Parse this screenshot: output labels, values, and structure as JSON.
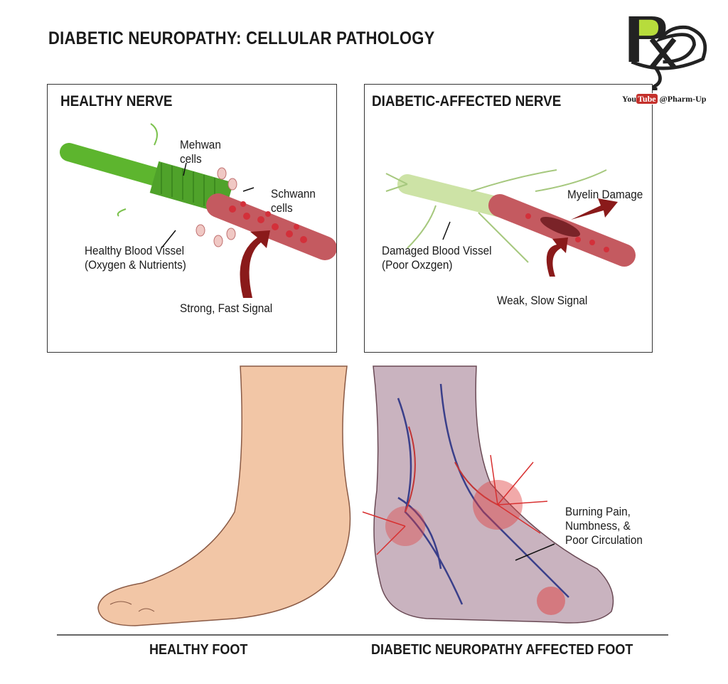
{
  "title": "DIABETIC NEUROPATHY: CELLULAR PATHOLOGY",
  "logo": {
    "mark": "Rx",
    "channel_you": "You",
    "channel_tube": "Tube",
    "handle": "@Pharm-Up"
  },
  "healthy_panel": {
    "title": "HEALTHY NERVE",
    "labels": {
      "mehwan": [
        "Mehwan",
        "cells"
      ],
      "schwann": [
        "Schwann",
        "cells"
      ],
      "vessel": [
        "Healthy Blood Vissel",
        "(Oxygen & Nutrients)"
      ],
      "signal": "Strong, Fast Signal"
    }
  },
  "diabetic_panel": {
    "title": "DIABETIC-AFFECTED NERVE",
    "labels": {
      "myelin": "Myelin Damage",
      "vessel": [
        "Damaged Blood Vissel",
        "(Poor Oxzgen)"
      ],
      "signal": "Weak, Slow Signal"
    }
  },
  "feet": {
    "healthy_label": "HEALTHY FOOT",
    "diabetic_label": "DIABETIC NEUROPATHY AFFECTED FOOT",
    "symptoms": [
      "Burning Pain,",
      "Numbness, &",
      "Poor Circulation"
    ]
  },
  "colors": {
    "nerve_green": "#6cc23a",
    "vessel_red": "#b8404a",
    "arrow_red": "#8a1a1a",
    "skin": "#f2c6a6"
  }
}
